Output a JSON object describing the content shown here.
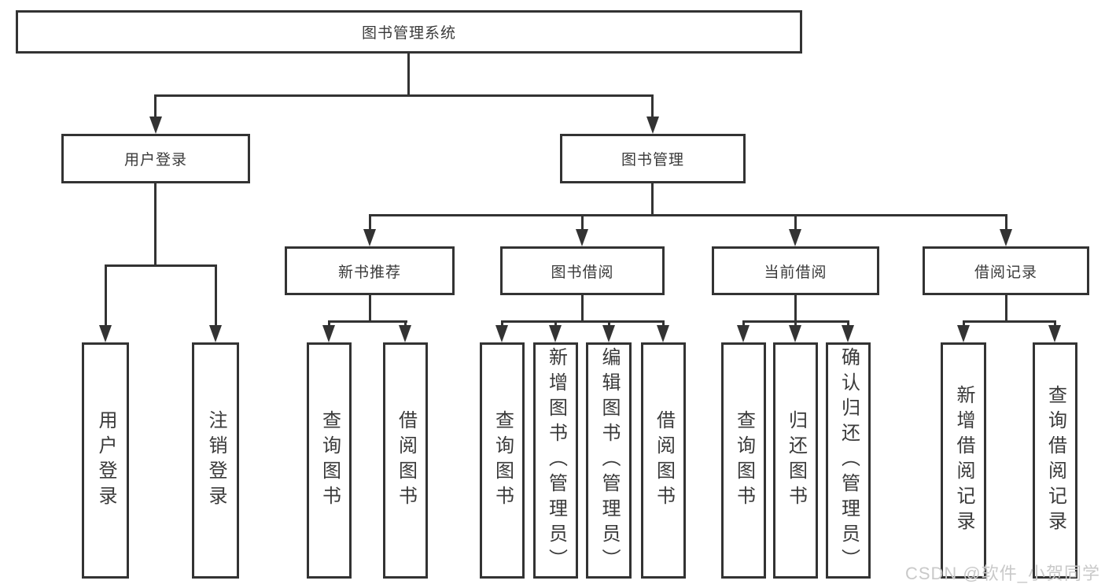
{
  "colors": {
    "line": "#333333",
    "text": "#3a3a3a",
    "background": "#ffffff",
    "watermark_text": "#c9c9c9"
  },
  "tree": {
    "root": "图书管理系统",
    "level2": [
      "用户登录",
      "图书管理"
    ],
    "level3": [
      "新书推荐",
      "图书借阅",
      "当前借阅",
      "借阅记录"
    ],
    "leaves_login": [
      "用户登录",
      "注销登录"
    ],
    "leaves_recommend": [
      "查询图书",
      "借阅图书"
    ],
    "leaves_borrow": [
      "查询图书",
      "新增图书（管理员）",
      "编辑图书（管理员）",
      "借阅图书"
    ],
    "leaves_current": [
      "查询图书",
      "归还图书",
      "确认归还（管理员）"
    ],
    "leaves_records": [
      "新增借阅记录",
      "查询借阅记录"
    ]
  },
  "watermark": "CSDN @软件_小贺同学"
}
